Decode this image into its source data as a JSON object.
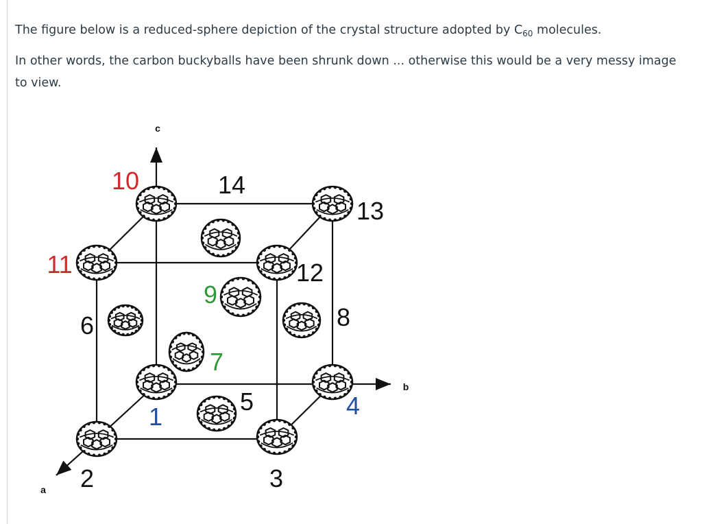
{
  "text": {
    "line1_before": "The figure below is a reduced-sphere depiction of the crystal structure adopted by C",
    "line1_sub": "60",
    "line1_after": " molecules.",
    "line2": "In other words, the carbon buckyballs have been shrunk down ... otherwise this would be a very messy image to view."
  },
  "diagram": {
    "axes": {
      "a": "a",
      "b": "b",
      "c": "c"
    },
    "labels": [
      "1",
      "2",
      "3",
      "4",
      "5",
      "6",
      "7",
      "8",
      "9",
      "10",
      "11",
      "12",
      "13",
      "14"
    ],
    "label_colors": {
      "1": "blue",
      "2": "black",
      "3": "black",
      "4": "blue",
      "5": "black",
      "6": "black",
      "7": "green",
      "8": "black",
      "9": "green",
      "10": "red",
      "11": "red",
      "12": "black",
      "13": "black",
      "14": "black"
    }
  }
}
